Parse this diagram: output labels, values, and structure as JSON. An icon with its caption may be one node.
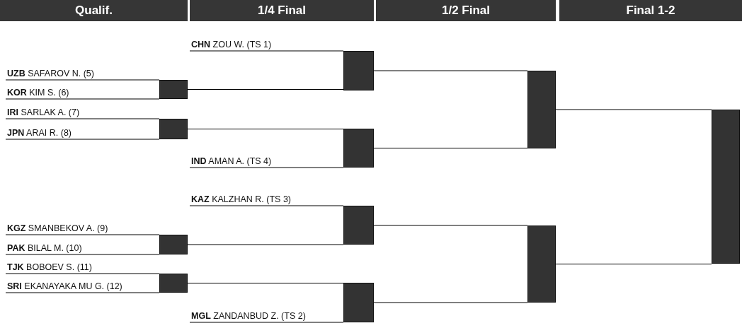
{
  "diagram": {
    "nodes": [
      {
        "text": [
          "**UZB** SAFAROV N. (5)"
        ]
      },
      {
        "text": [
          "**KOR** KIM S. (6)"
        ]
      },
      {
        "text": [],
        "shape": "bar"
      },
      {
        "text": [
          "**IRI** SARLAK A. (7)"
        ]
      },
      {
        "text": [
          "**JPN** ARAI R. (8)"
        ]
      },
      {
        "text": [],
        "shape": "bar"
      },
      {
        "text": [
          "**CHN** ZOU W. (TS 1)"
        ]
      },
      {
        "text": [],
        "shape": "bar"
      },
      {
        "text": [
          "**IND** AMAN A. (TS 4)"
        ]
      },
      {
        "text": [],
        "shape": "bar"
      },
      {
        "text": [],
        "shape": "bar"
      },
      {
        "text": [
          "**KAZ** KALZHAN R. (TS 3)"
        ]
      },
      {
        "text": [
          "**KGZ** SMANBEKOV A. (9)"
        ]
      },
      {
        "text": [
          "**PAK** BILAL M. (10)"
        ]
      },
      {
        "text": [],
        "shape": "bar"
      },
      {
        "text": [
          "**TJK** BOBOEV S. (11)"
        ]
      },
      {
        "text": [
          "**SRI** EKANAYAKA MU G. (12)"
        ]
      },
      {
        "text": [],
        "shape": "bar"
      },
      {
        "text": [],
        "shape": "bar"
      },
      {
        "text": [
          "**MGL** ZANDANBUD Z. (TS 2)"
        ]
      },
      {
        "text": [],
        "shape": "bar"
      },
      {
        "text": [],
        "shape": "bar"
      },
      {
        "text": [],
        "shape": "bar"
      }
    ],
    "edges": [
      {
        "from": 0,
        "to": 2,
        "arrow": "none"
      },
      {
        "from": 1,
        "to": 2,
        "arrow": "none"
      },
      {
        "from": 3,
        "to": 5,
        "arrow": "none"
      },
      {
        "from": 4,
        "to": 5,
        "arrow": "none"
      },
      {
        "from": 6,
        "to": 7,
        "arrow": "none"
      },
      {
        "from": 2,
        "to": 7,
        "arrow": "none"
      },
      {
        "from": 5,
        "to": 9,
        "arrow": "none"
      },
      {
        "from": 8,
        "to": 9,
        "arrow": "none"
      },
      {
        "from": 7,
        "to": 10,
        "arrow": "none"
      },
      {
        "from": 9,
        "to": 10,
        "arrow": "none"
      },
      {
        "from": 12,
        "to": 14,
        "arrow": "none"
      },
      {
        "from": 13,
        "to": 14,
        "arrow": "none"
      },
      {
        "from": 15,
        "to": 17,
        "arrow": "none"
      },
      {
        "from": 16,
        "to": 17,
        "arrow": "none"
      },
      {
        "from": 11,
        "to": 18,
        "arrow": "none"
      },
      {
        "from": 14,
        "to": 18,
        "arrow": "none"
      },
      {
        "from": 17,
        "to": 20,
        "arrow": "none"
      },
      {
        "from": 19,
        "to": 20,
        "arrow": "none"
      },
      {
        "from": 18,
        "to": 21,
        "arrow": "none"
      },
      {
        "from": 20,
        "to": 21,
        "arrow": "none"
      },
      {
        "from": 10,
        "to": 22,
        "arrow": "none"
      },
      {
        "from": 21,
        "to": 22,
        "arrow": "none"
      }
    ],
    "labels": [
      "Qualif.",
      "1/4 Final",
      "1/2 Final",
      "Final 1-2"
    ]
  }
}
